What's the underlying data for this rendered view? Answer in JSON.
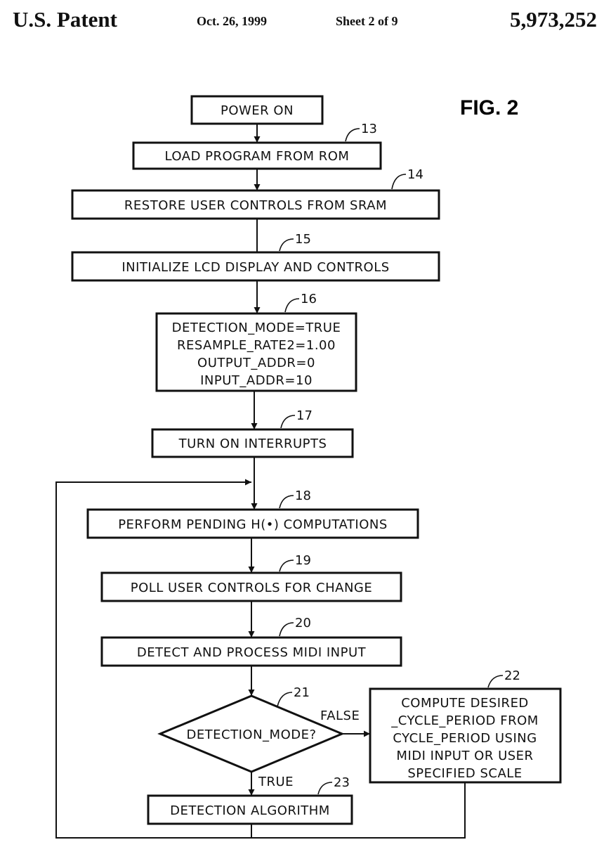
{
  "header": {
    "left": "U.S. Patent",
    "date": "Oct. 26, 1999",
    "sheet": "Sheet 2 of 9",
    "patent_number": "5,973,252"
  },
  "figure": {
    "label": "FIG. 2",
    "steps": {
      "power_on": {
        "lines": [
          "POWER ON"
        ]
      },
      "load_program": {
        "lines": [
          "LOAD PROGRAM FROM ROM"
        ],
        "ref": "13"
      },
      "restore_controls": {
        "lines": [
          "RESTORE USER CONTROLS FROM SRAM"
        ],
        "ref": "14"
      },
      "init_lcd": {
        "lines": [
          "INITIALIZE LCD DISPLAY AND CONTROLS"
        ],
        "ref": "15"
      },
      "set_vars": {
        "lines": [
          "DETECTION_MODE=TRUE",
          "RESAMPLE_RATE2=1.00",
          "OUTPUT_ADDR=0",
          "INPUT_ADDR=10"
        ],
        "ref": "16"
      },
      "interrupts": {
        "lines": [
          "TURN ON INTERRUPTS"
        ],
        "ref": "17"
      },
      "h_computations": {
        "lines": [
          "PERFORM PENDING H(•) COMPUTATIONS"
        ],
        "ref": "18"
      },
      "poll_controls": {
        "lines": [
          "POLL USER CONTROLS FOR CHANGE"
        ],
        "ref": "19"
      },
      "midi_input": {
        "lines": [
          "DETECT AND PROCESS MIDI INPUT"
        ],
        "ref": "20"
      },
      "decision": {
        "lines": [
          "DETECTION_MODE?"
        ],
        "ref": "21",
        "false_label": "FALSE",
        "true_label": "TRUE"
      },
      "compute_period": {
        "lines": [
          "COMPUTE DESIRED",
          "_CYCLE_PERIOD FROM",
          "CYCLE_PERIOD USING",
          "MIDI INPUT OR USER",
          "SPECIFIED SCALE"
        ],
        "ref": "22"
      },
      "detection_algorithm": {
        "lines": [
          "DETECTION ALGORITHM"
        ],
        "ref": "23"
      }
    }
  }
}
